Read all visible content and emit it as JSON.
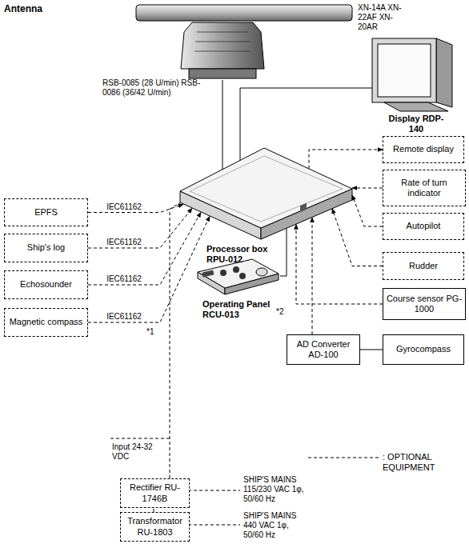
{
  "diagram": {
    "nodes": [
      {
        "text": [
          "Antenna",
          "XN-14A XN-22AF XN-20AR",
          "RSB-0085 (28 U/min) RSB-0086 (36/42 U/min)"
        ]
      },
      {
        "text": [
          "Display RDP-140"
        ]
      },
      {
        "text": [
          "EPFS"
        ]
      },
      {
        "text": [
          "Ship's log"
        ]
      },
      {
        "text": [
          "Echosounder"
        ]
      },
      {
        "text": [
          "Magnetic compass"
        ]
      },
      {
        "text": [
          "Processor box RPU-012"
        ]
      },
      {
        "text": [
          "Remote display"
        ]
      },
      {
        "text": [
          "Rate of turn indicator"
        ]
      },
      {
        "text": [
          "Autopilot"
        ]
      },
      {
        "text": [
          "Rudder"
        ]
      },
      {
        "text": [
          "Course sensor PG-1000"
        ]
      },
      {
        "text": [
          "Operating Panel RCU-013"
        ]
      },
      {
        "text": [
          "AD Converter AD-100"
        ]
      },
      {
        "text": [
          "Gyrocompass"
        ]
      },
      {
        "text": [
          "Rectifier RU-1746B"
        ]
      },
      {
        "text": [
          "Transformator RU-1803"
        ]
      }
    ],
    "edges": [
      {
        "from": 0,
        "to": 6,
        "arrow": "none"
      },
      {
        "from": 1,
        "to": 6,
        "arrow": "none"
      },
      {
        "from": 2,
        "to": 6,
        "label": "IEC61162",
        "arrow": "to"
      },
      {
        "from": 3,
        "to": 6,
        "label": "IEC61162",
        "arrow": "to"
      },
      {
        "from": 4,
        "to": 6,
        "label": "IEC61162",
        "arrow": "to"
      },
      {
        "from": 5,
        "to": 6,
        "label": "IEC61162",
        "arrow": "to"
      },
      {
        "from": 6,
        "to": 7,
        "arrow": "to"
      },
      {
        "from": 8,
        "to": 6,
        "arrow": "to"
      },
      {
        "from": 9,
        "to": 6,
        "arrow": "to"
      },
      {
        "from": 10,
        "to": 6,
        "arrow": "to"
      },
      {
        "from": 11,
        "to": 6,
        "arrow": "to"
      },
      {
        "from": 6,
        "to": 12,
        "arrow": "none"
      },
      {
        "from": 13,
        "to": 6,
        "arrow": "to"
      },
      {
        "from": 14,
        "to": 13,
        "arrow": "none"
      },
      {
        "from": 15,
        "to": 6,
        "arrow": "none"
      },
      {
        "from": 16,
        "to": 15,
        "arrow": "none"
      }
    ],
    "labels": [
      "*1",
      "*2",
      "Input 24-32 VDC",
      "SHIP'S MAINS 115/230 VAC 1φ, 50/60 Hz",
      "SHIP'S MAINS 440 VAC 1φ, 50/60 Hz"
    ],
    "legend": [
      {
        "text": ": OPTIONAL EQUIPMENT"
      }
    ]
  }
}
